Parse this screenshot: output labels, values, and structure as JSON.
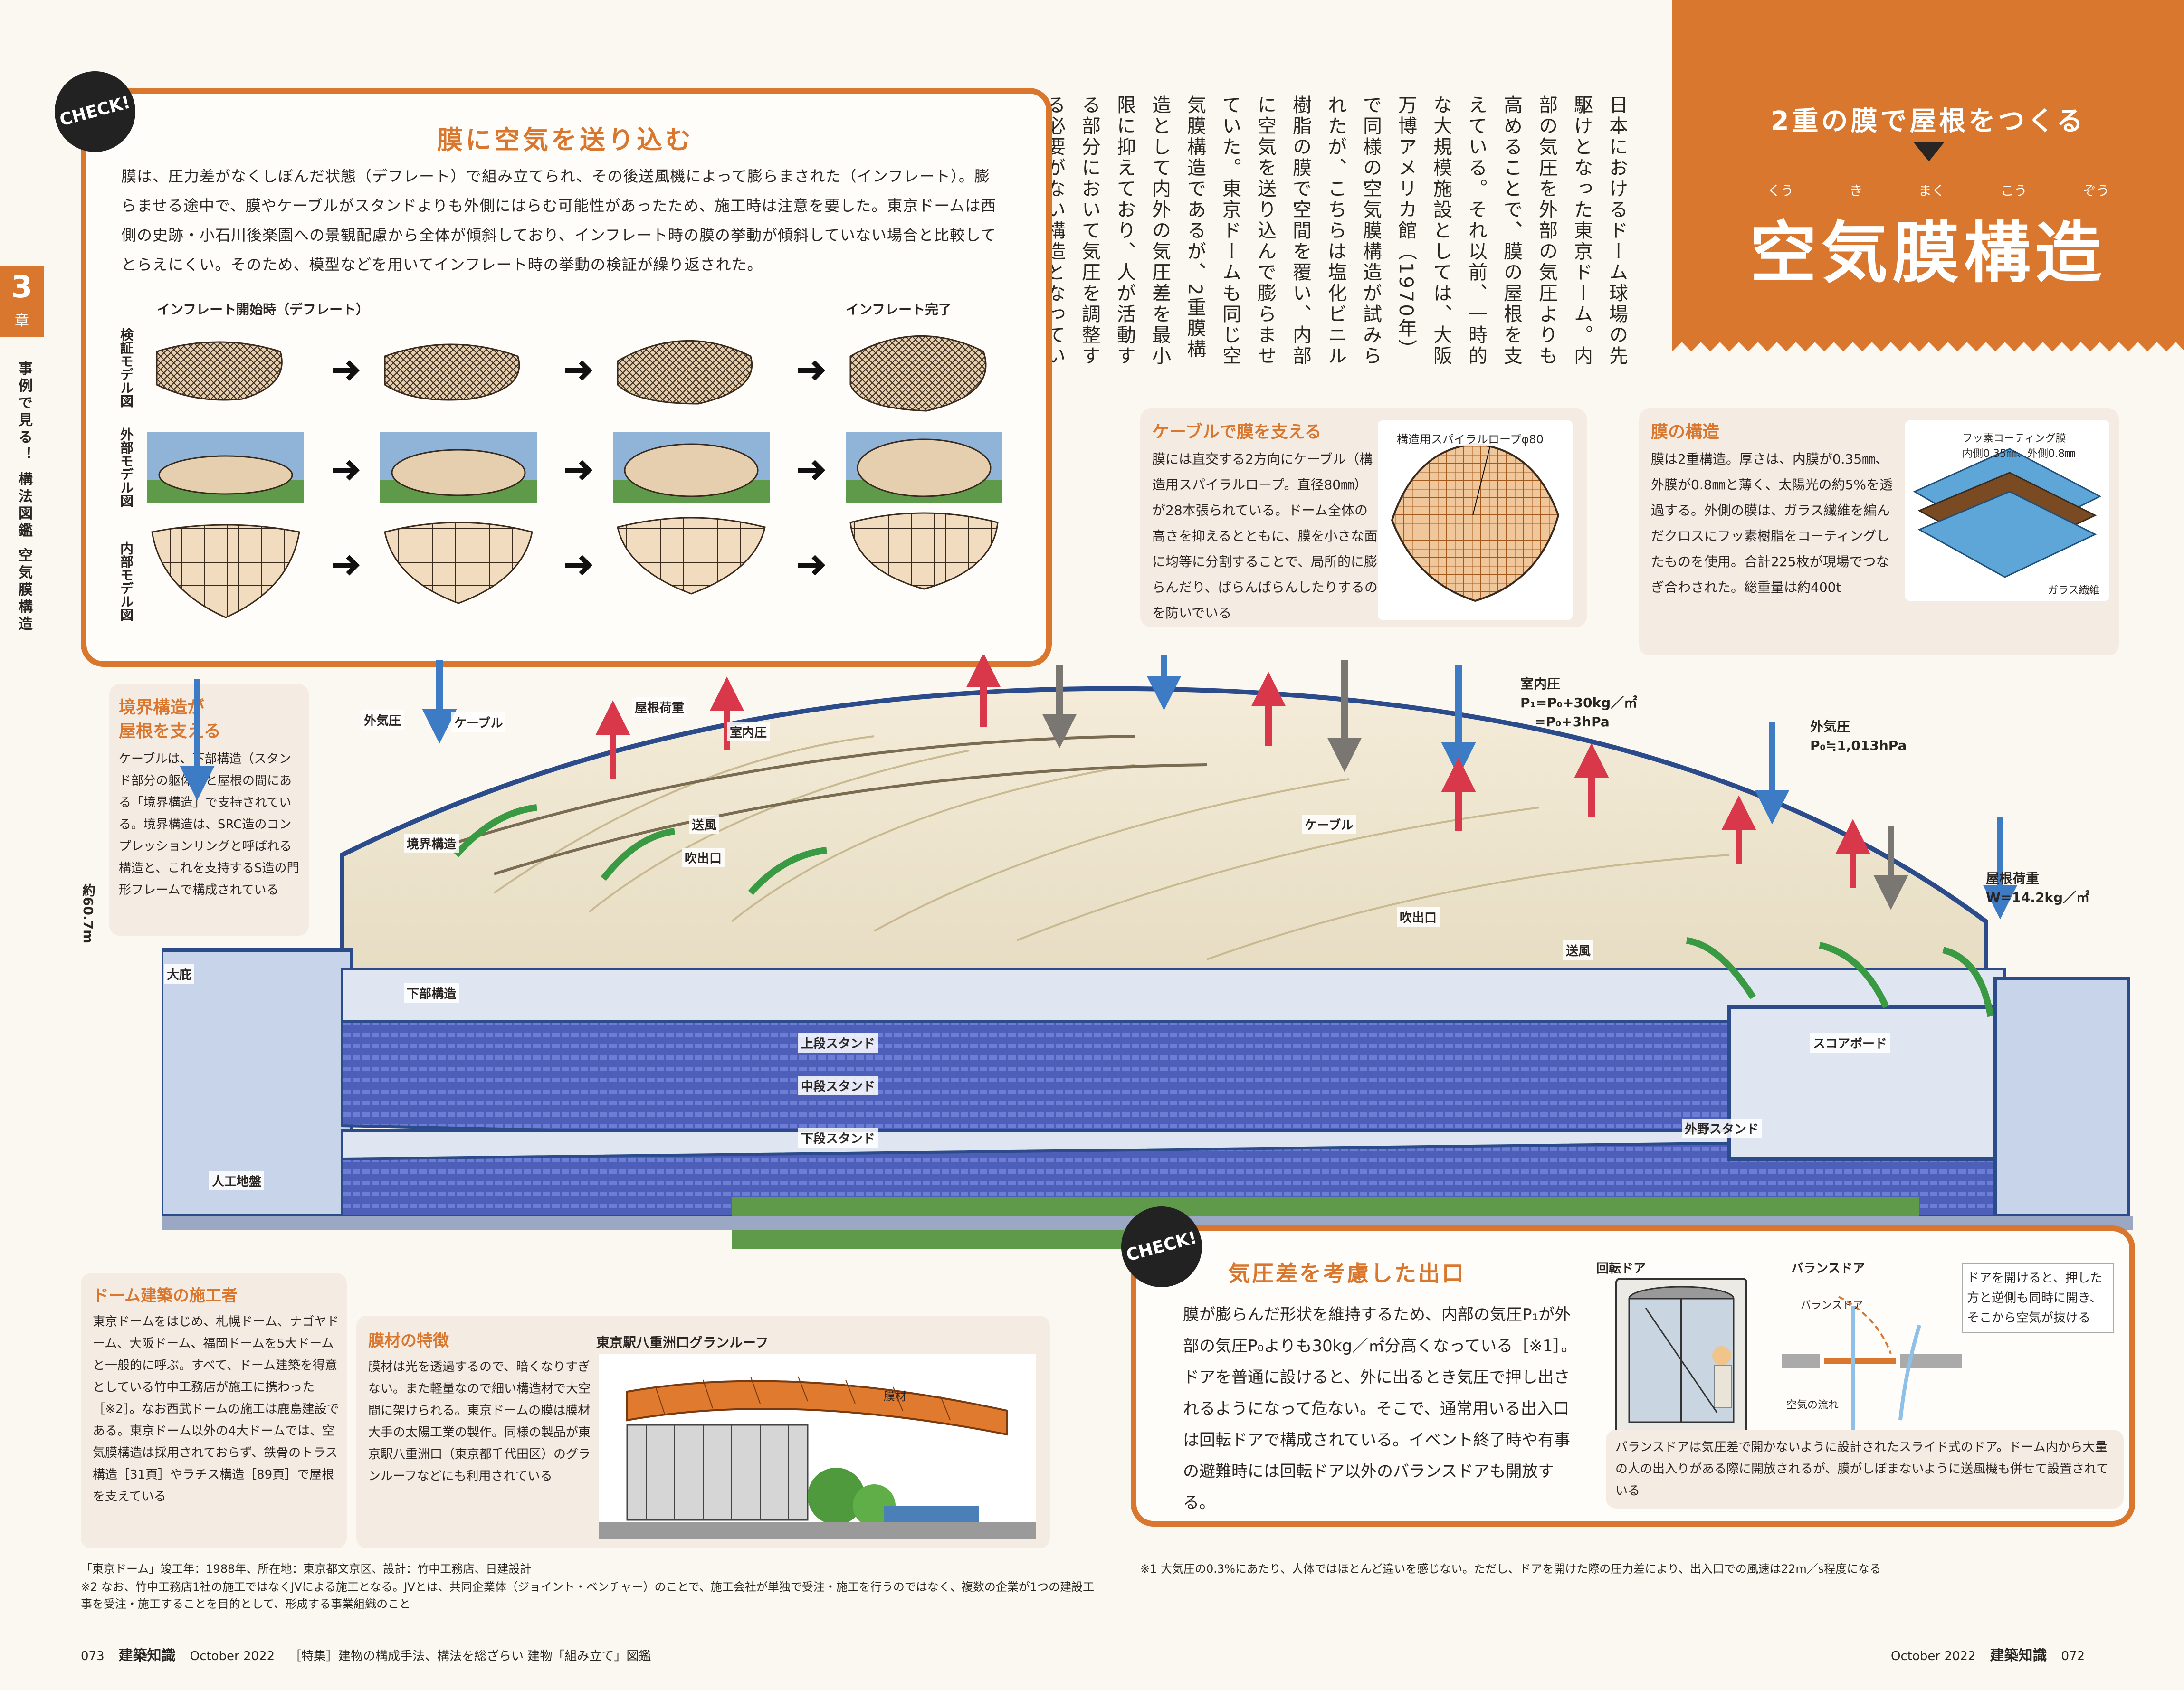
{
  "colors": {
    "accent": "#d9772f",
    "red": "#d9384a",
    "green": "#3a9a44",
    "blue": "#3d7cc4",
    "gray": "#7a7672",
    "seat": "#4d5fb8"
  },
  "header": {
    "subtitle": "2重の膜で屋根をつくる",
    "title": "空気膜構造",
    "ruby": [
      "くう",
      "き",
      "まく",
      "こう",
      "ぞう"
    ]
  },
  "chapter": {
    "number": "3",
    "label": "章",
    "side_text": "事例で見る！ 構法図鑑 空気膜構造"
  },
  "intro_text": "日本におけるドーム球場の先駆けとなった東京ドーム。内部の気圧を外部の気圧よりも高めることで、膜の屋根を支えている。それ以前、一時的な大規模施設としては、大阪万博アメリカ館（1970年）で同様の空気膜構造が試みられたが、こちらは塩化ビニル樹脂の膜で空間を覆い、内部に空気を送り込んで膨らませていた。東京ドームも同じ空気膜構造であるが、2重膜構造として内外の気圧差を最小限に抑えており、人が活動する部分において気圧を調整する必要がない構造となっている。",
  "check1": {
    "badge": "CHECK!",
    "title": "膜に空気を送り込む",
    "body": "膜は、圧力差がなくしぼんだ状態（デフレート）で組み立てられ、その後送風機によって膨らまされた（インフレート）。膨らませる途中で、膜やケーブルがスタンドよりも外側にはらむ可能性があったため、施工時は注意を要した。東京ドームは西側の史跡・小石川後楽園への景観配慮から全体が傾斜しており、インフレート時の膜の挙動が傾斜していない場合と比較してとらえにくい。そのため、模型などを用いてインフレート時の挙動の検証が繰り返された。",
    "col_start": "インフレート開始時（デフレート）",
    "col_end": "インフレート完了",
    "rows": [
      "検証モデル図",
      "外部モデル図",
      "内部モデル図"
    ]
  },
  "cable_box": {
    "title": "ケーブルで膜を支える",
    "body": "膜には直交する2方向にケーブル（構造用スパイラルロープ。直径80㎜）が28本張られている。ドーム全体の高さを抑えるとともに、膜を小さな面に均等に分割することで、局所的に膨らんだり、ばらんばらんしたりするのを防いでいる",
    "diagram_label": "構造用スパイラルロープφ80"
  },
  "membrane_box": {
    "title": "膜の構造",
    "body": "膜は2重構造。厚さは、内膜が0.35㎜、外膜が0.8㎜と薄く、太陽光の約5%を透過する。外側の膜は、ガラス繊維を編んだクロスにフッ素樹脂をコーティングしたものを使用。合計225枚が現場でつなぎ合わされた。総重量は約400t",
    "label_coat": "フッ素コーティング膜",
    "label_thick": "内側0.35㎜、外側0.8㎜",
    "label_glass": "ガラス繊維"
  },
  "boundary_box": {
    "title1": "境界構造が",
    "title2": "屋根を支える",
    "body": "ケーブルは、下部構造（スタンド部分の躯体）と屋根の間にある「境界構造」で支持されている。境界構造は、SRC造のコンプレッションリングと呼ばれる構造と、これを支持するS造の門形フレームで構成されている"
  },
  "diagram_labels": {
    "outer_pressure": "外気圧",
    "cable": "ケーブル",
    "roof_load": "屋根荷重",
    "inner_pressure": "室内圧",
    "boundary": "境界構造",
    "airflow": "送風",
    "outlet": "吹出口",
    "height": "約60.7m",
    "eaves": "大庇",
    "lower_structure": "下部構造",
    "upper_stand": "上段スタンド",
    "middle_stand": "中段スタンド",
    "lower_stand": "下段スタンド",
    "outfield_stand": "外野スタンド",
    "scoreboard": "スコアボード",
    "ground": "人工地盤",
    "cable2": "ケーブル",
    "outlet2": "吹出口",
    "airflow2": "送風",
    "inner_formula_title": "室内圧",
    "inner_formula_1": "P₁=P₀+30kg／㎡",
    "inner_formula_2": "=P₀+3hPa",
    "outer_formula_title": "外気圧",
    "outer_formula": "P₀≒1,013hPa",
    "roof_formula_title": "屋根荷重",
    "roof_formula": "W=14.2kg／㎡"
  },
  "builder_box": {
    "title": "ドーム建築の施工者",
    "body": "東京ドームをはじめ、札幌ドーム、ナゴヤドーム、大阪ドーム、福岡ドームを5大ドームと一般的に呼ぶ。すべて、ドーム建築を得意としている竹中工務店が施工に携わった［※2］。なお西武ドームの施工は鹿島建設である。東京ドーム以外の4大ドームでは、空気膜構造は採用されておらず、鉄骨のトラス構造［31頁］やラチス構造［89頁］で屋根を支えている"
  },
  "material_box": {
    "title": "膜材の特徴",
    "body": "膜材は光を透過するので、暗くなりすぎない。また軽量なので細い構造材で大空間に架けられる。東京ドームの膜は膜材大手の太陽工業の製作。同様の製品が東京駅八重洲口（東京都千代田区）のグランルーフなどにも利用されている",
    "photo_title": "東京駅八重洲口グランルーフ",
    "photo_label": "膜材"
  },
  "check2": {
    "badge": "CHECK!",
    "title": "気圧差を考慮した出口",
    "body": "膜が膨らんだ形状を維持するため、内部の気圧P₁が外部の気圧P₀よりも30kg／㎡分高くなっている［※1］。ドアを普通に設けると、外に出るとき気圧で押し出されるようになって危ない。そこで、通常用いる出入口は回転ドアで構成されている。イベント終了時や有事の避難時には回転ドア以外のバランスドアも開放する。",
    "revolving": "回転ドア",
    "balance": "バランスドア",
    "balance_inner": "バランスドア",
    "airflow": "空気の流れ",
    "door_note": "ドアを開けると、押した方と逆側も同時に開き、そこから空気が抜ける",
    "balance_note": "バランスドアは気圧差で開かないように設計されたスライド式のドア。ドーム内から大量の人の出入りがある際に開放されるが、膜がしぼまないように送風機も併せて設置されている"
  },
  "footnotes": {
    "left1": "「東京ドーム」竣工年：1988年、所在地：東京都文京区、設計：竹中工務店、日建設計",
    "left2": "※2 なお、竹中工務店1社の施工ではなくJVによる施工となる。JVとは、共同企業体（ジョイント・ベンチャー）のことで、施工会社が単独で受注・施工を行うのではなく、複数の企業が1つの建設工事を受注・施工することを目的として、形成する事業組織のこと",
    "right1": "※1 大気圧の0.3%にあたり、人体ではほとんど違いを感じない。ただし、ドアを開けた際の圧力差により、出入口での風速は22m／s程度になる"
  },
  "footer": {
    "left_page": "073",
    "magazine": "建築知識",
    "issue": "October 2022",
    "feature": "［特集］建物の構成手法、構法を総ざらい 建物「組み立て」図鑑",
    "right_issue": "October 2022",
    "right_magazine": "建築知識",
    "right_page": "072"
  }
}
